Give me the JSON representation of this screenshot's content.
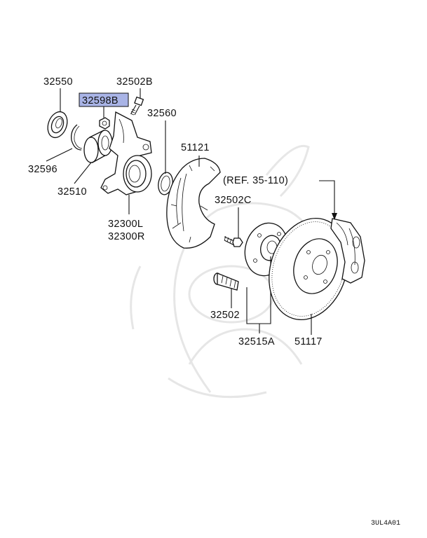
{
  "labels": {
    "p32550": "32550",
    "p32502B": "32502B",
    "p32598B": "32598B",
    "p32560": "32560",
    "p51121": "51121",
    "p32596": "32596",
    "p32510": "32510",
    "p32300L": "32300L",
    "p32300R": "32300R",
    "ref": "(REF. 35-110)",
    "p32502C": "32502C",
    "p32502": "32502",
    "p32515A": "32515A",
    "p51117": "51117"
  },
  "footer": {
    "code": "3UL4A01"
  },
  "colors": {
    "highlight": "#a9b4e6",
    "line": "#111111",
    "watermark": "#e4e4e4"
  }
}
